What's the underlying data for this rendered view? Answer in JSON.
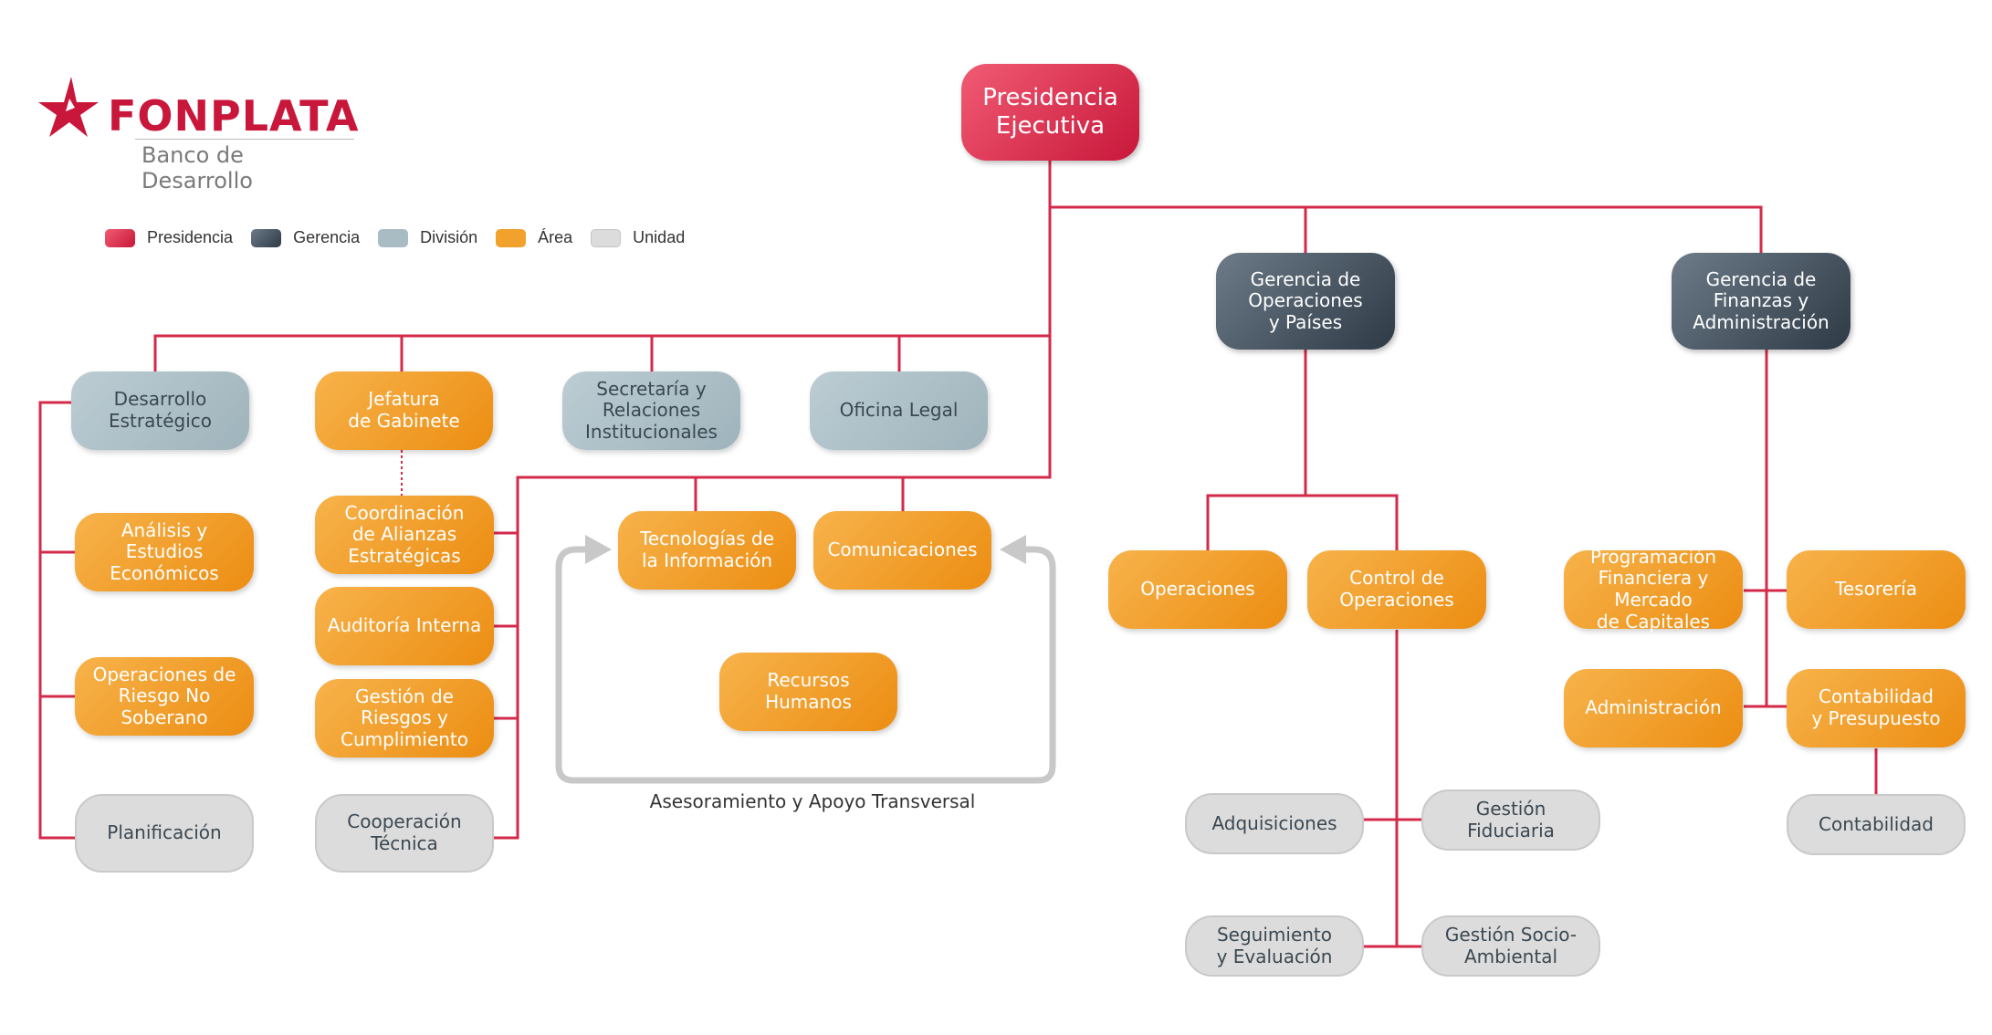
{
  "logo": {
    "name": "FONPLATA",
    "subtitle": "Banco de Desarrollo"
  },
  "legend": [
    {
      "label": "Presidencia",
      "color": "#d52a4a"
    },
    {
      "label": "Gerencia",
      "color": "#3a4652"
    },
    {
      "label": "División",
      "color": "#a9bcc4"
    },
    {
      "label": "Área",
      "color": "#f3a12d"
    },
    {
      "label": "Unidad",
      "color": "#dcdcdc"
    }
  ],
  "nodes": {
    "presidencia": "Presidencia\nEjecutiva",
    "gerencia_operaciones": "Gerencia de\nOperaciones\ny Países",
    "gerencia_finanzas": "Gerencia de\nFinanzas y\nAdministración",
    "desarrollo_estrategico": "Desarrollo\nEstratégico",
    "jefatura_gabinete": "Jefatura\nde Gabinete",
    "secretaria_relaciones": "Secretaría y\nRelaciones\nInstitucionales",
    "oficina_legal": "Oficina Legal",
    "analisis_estudios": "Análisis y Estudios\nEconómicos",
    "operaciones_riesgo": "Operaciones de\nRiesgo No\nSoberano",
    "planificacion": "Planificación",
    "coordinacion_alianzas": "Coordinación\nde Alianzas\nEstratégicas",
    "auditoria_interna": "Auditoría Interna",
    "gestion_riesgos": "Gestión de\nRiesgos y\nCumplimiento",
    "cooperacion_tecnica": "Cooperación\nTécnica",
    "tecnologias": "Tecnologías de\nla Información",
    "comunicaciones": "Comunicaciones",
    "recursos_humanos": "Recursos\nHumanos",
    "operaciones": "Operaciones",
    "control_operaciones": "Control de\nOperaciones",
    "adquisiciones": "Adquisiciones",
    "gestion_fiduciaria": "Gestión\nFiduciaria",
    "seguimiento": "Seguimiento\ny Evaluación",
    "gestion_socio": "Gestión Socio-\nAmbiental",
    "programacion": "Programación\nFinanciera y Mercado\nde Capitales",
    "tesoreria": "Tesorería",
    "administracion": "Administración",
    "contabilidad_presupuesto": "Contabilidad\ny Presupuesto",
    "contabilidad": "Contabilidad"
  },
  "caption": "Asesoramiento y Apoyo Transversal",
  "colors": {
    "connector": "#d42a4a",
    "arrow": "#c8c8c8"
  }
}
